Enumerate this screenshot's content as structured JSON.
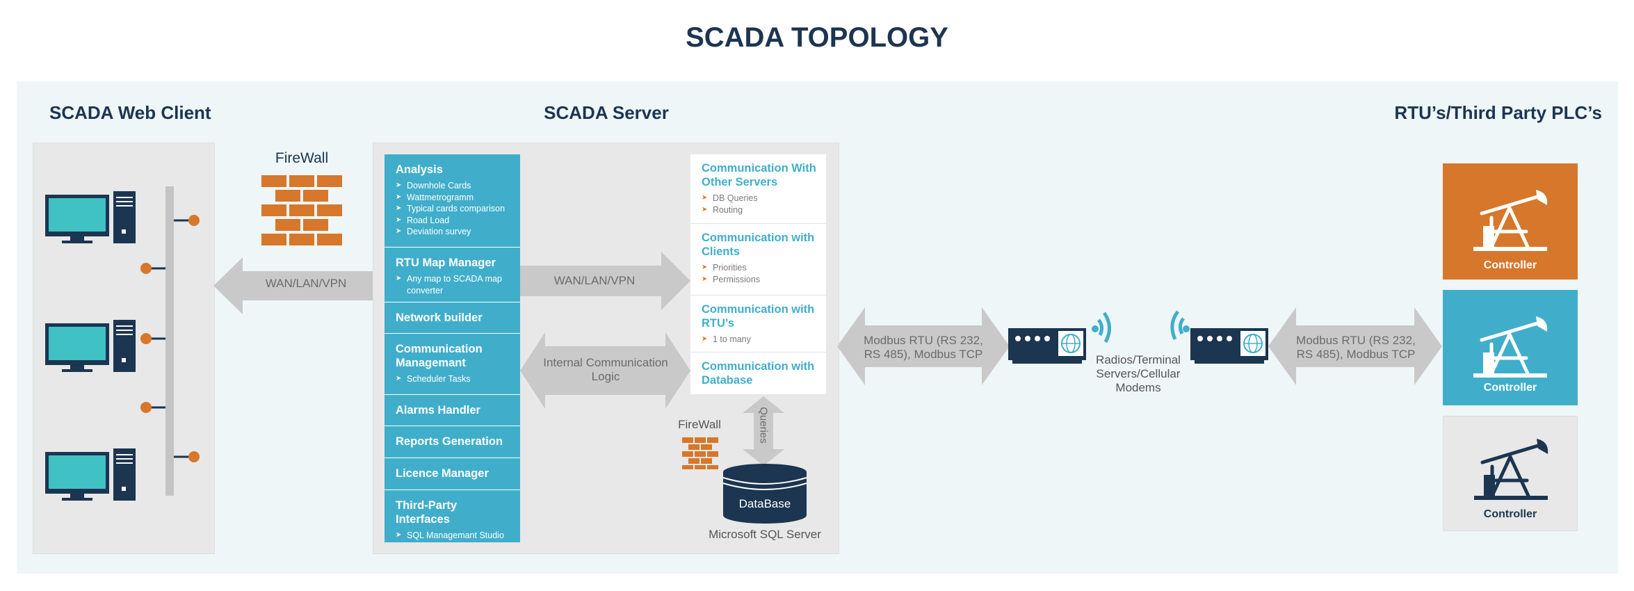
{
  "page_title": "SCADA TOPOLOGY",
  "sections": {
    "client": "SCADA Web  Client",
    "server": "SCADA Server",
    "rtu": "RTU’s/Third Party PLC’s"
  },
  "firewall_label": "FireWall",
  "firewall_small_label": "FireWall",
  "arrows": {
    "client_link": "WAN/LAN/VPN",
    "server_link": "WAN/LAN/VPN",
    "internal": "Internal Communication Logic",
    "queries": "Queries",
    "modbus_left": "Modbus RTU (RS 232, RS 485), Modbus TCP",
    "modbus_right": "Modbus RTU (RS 232, RS 485), Modbus TCP"
  },
  "server_modules": [
    {
      "title": "Analysis",
      "items": [
        "Downhole  Cards",
        "Wattmetrogramm",
        "Typical cards comparison",
        "Road Load",
        "Deviation survey"
      ]
    },
    {
      "title": "RTU Map Manager",
      "items": [
        "Any map to SCADA map converter"
      ]
    },
    {
      "title": "Network builder",
      "items": []
    },
    {
      "title": "Communication Managemant",
      "items": [
        "Scheduler Tasks"
      ]
    },
    {
      "title": "Alarms Handler",
      "items": []
    },
    {
      "title": "Reports Generation",
      "items": []
    },
    {
      "title": "Licence Manager",
      "items": []
    },
    {
      "title": "Third-Party Interfaces",
      "items": [
        "SQL Managemant Studio"
      ]
    }
  ],
  "communication_modules": [
    {
      "title": "Communication With Other Servers",
      "items": [
        "DB Queries",
        "Routing"
      ]
    },
    {
      "title": "Communication with Clients",
      "items": [
        "Priorities",
        "Permissions"
      ]
    },
    {
      "title": "Communication with RTU’s",
      "items": [
        "1 to many"
      ]
    },
    {
      "title": "Communication with Database",
      "items": []
    }
  ],
  "database": {
    "label": "DataBase",
    "caption": "Microsoft SQL Server"
  },
  "radios_label": "Radios/Terminal Servers/Cellular Modems",
  "controllers": [
    {
      "label": "Controller",
      "bg": "#d6772b",
      "fg": "#ffffff"
    },
    {
      "label": "Controller",
      "bg": "#40aecb",
      "fg": "#ffffff"
    },
    {
      "label": "Controller",
      "bg": "#e8e8e8",
      "fg": "#1c3550"
    }
  ],
  "colors": {
    "navy": "#1c3550",
    "teal": "#40aecb",
    "orange": "#d6772b",
    "arrow_gray": "#c9c9c9",
    "screen": "#40c1c4"
  }
}
